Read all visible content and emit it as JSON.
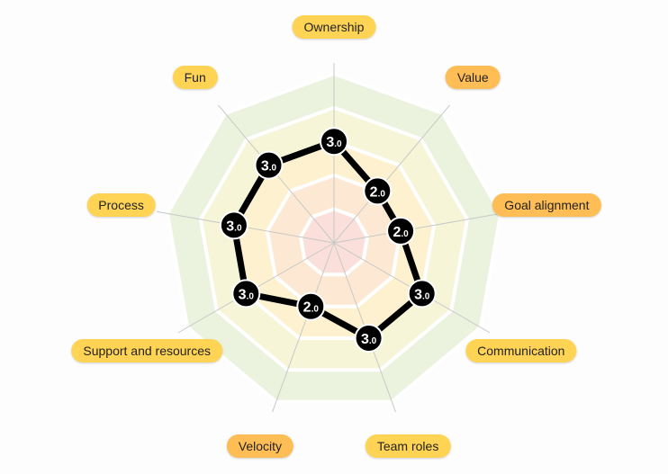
{
  "chart_data": {
    "type": "radar",
    "axes": [
      "Ownership",
      "Value",
      "Goal alignment",
      "Communication",
      "Team roles",
      "Velocity",
      "Support and resources",
      "Process",
      "Fun"
    ],
    "values": [
      3.0,
      2.0,
      2.0,
      3.0,
      3.0,
      2.0,
      3.0,
      3.0,
      3.0
    ],
    "value_labels": [
      {
        "major": "3",
        "minor": ".0"
      },
      {
        "major": "2",
        "minor": ".0"
      },
      {
        "major": "2",
        "minor": ".0"
      },
      {
        "major": "3",
        "minor": ".0"
      },
      {
        "major": "3",
        "minor": ".0"
      },
      {
        "major": "2",
        "minor": ".0"
      },
      {
        "major": "3",
        "minor": ".0"
      },
      {
        "major": "3",
        "minor": ".0"
      },
      {
        "major": "3",
        "minor": ".0"
      }
    ],
    "axis_colors": [
      "#ffd454",
      "#ffbe55",
      "#ffbe55",
      "#ffd454",
      "#ffd454",
      "#ffbe55",
      "#ffd454",
      "#ffd454",
      "#ffd454"
    ],
    "scale_max": 5,
    "band_colors": [
      "#fadfda",
      "#fde9d3",
      "#fdf1cf",
      "#f6f5d8",
      "#ebf3df"
    ],
    "grid_line_color": "#c6c9c6",
    "series_color": "#000000"
  }
}
